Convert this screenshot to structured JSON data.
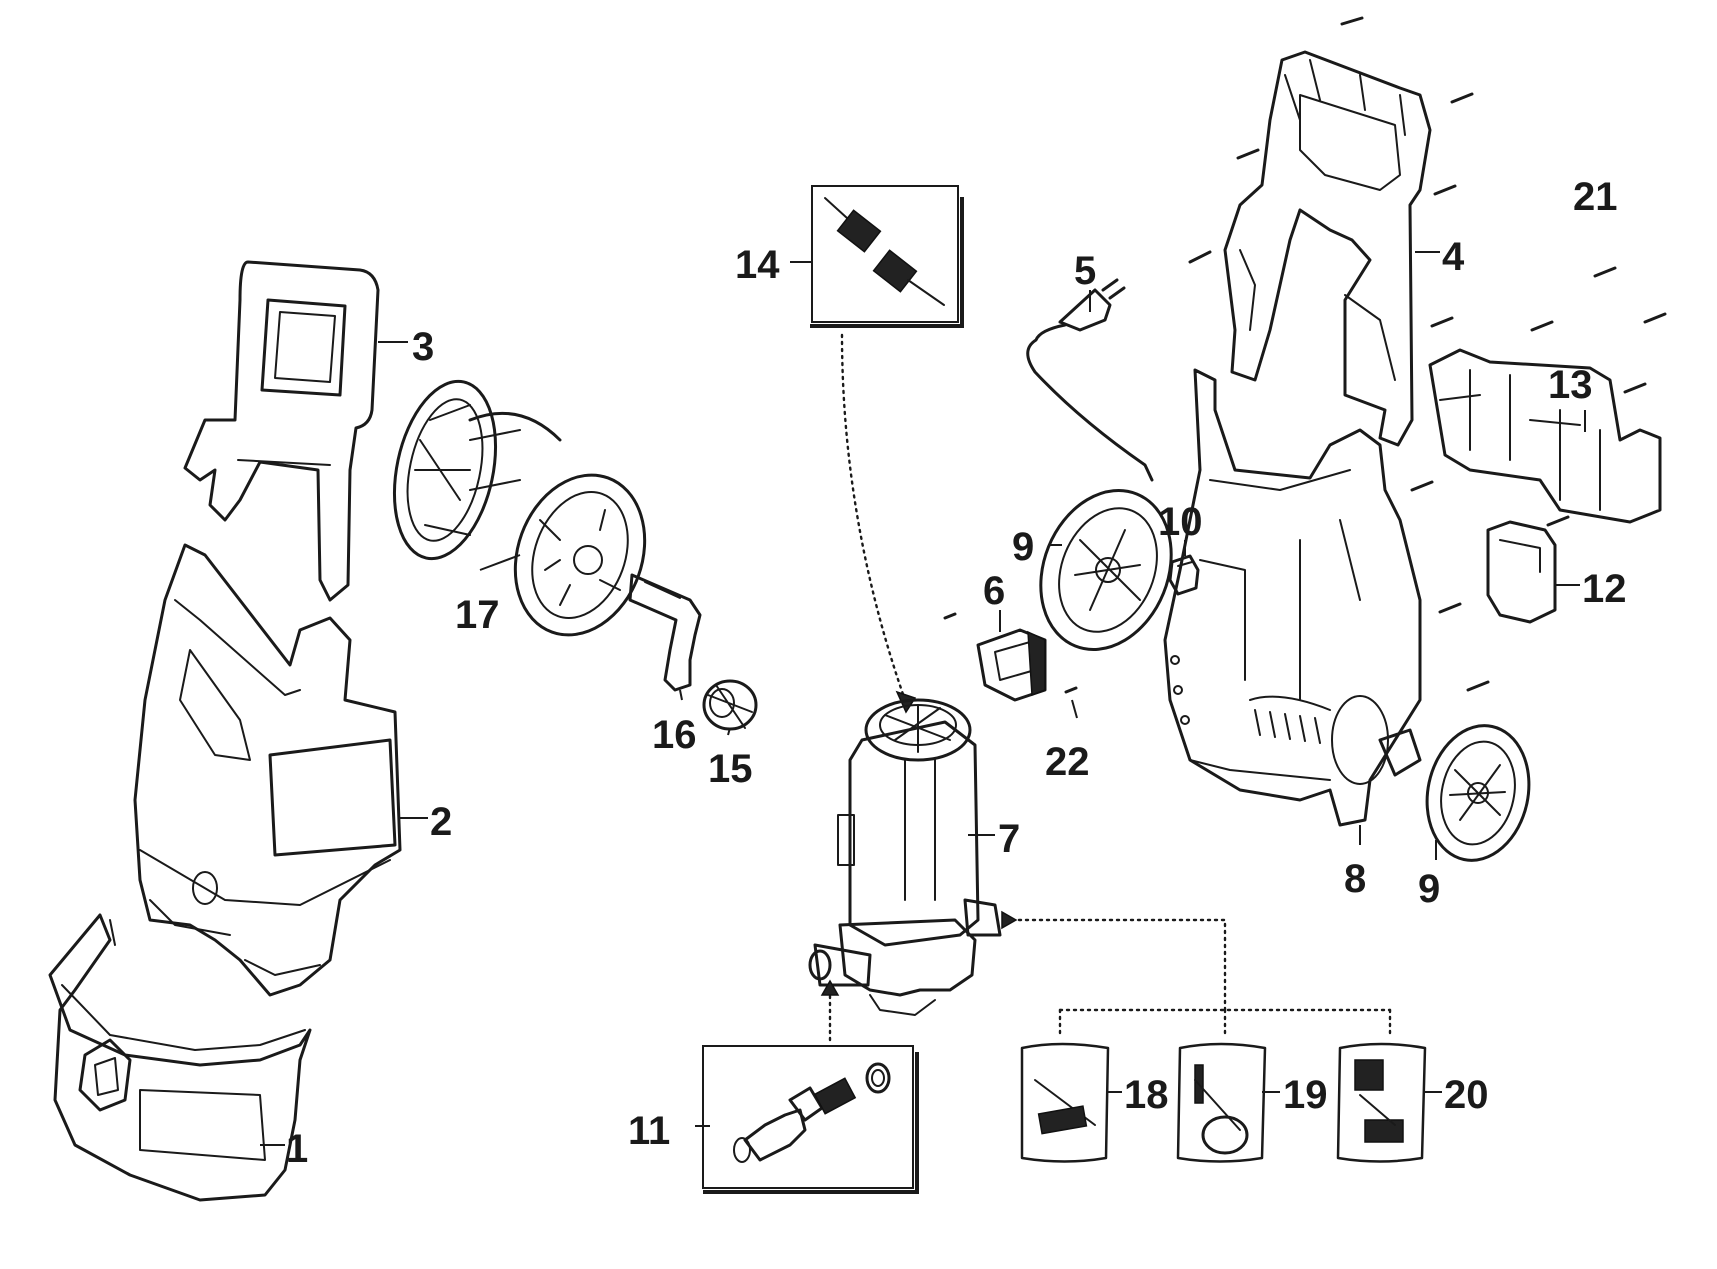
{
  "callouts": [
    {
      "id": "1",
      "label": "1"
    },
    {
      "id": "2",
      "label": "2"
    },
    {
      "id": "3",
      "label": "3"
    },
    {
      "id": "4",
      "label": "4"
    },
    {
      "id": "5",
      "label": "5"
    },
    {
      "id": "6",
      "label": "6"
    },
    {
      "id": "7",
      "label": "7"
    },
    {
      "id": "8",
      "label": "8"
    },
    {
      "id": "9a",
      "label": "9"
    },
    {
      "id": "9b",
      "label": "9"
    },
    {
      "id": "10",
      "label": "10"
    },
    {
      "id": "11",
      "label": "11"
    },
    {
      "id": "12",
      "label": "12"
    },
    {
      "id": "13",
      "label": "13"
    },
    {
      "id": "14",
      "label": "14"
    },
    {
      "id": "15",
      "label": "15"
    },
    {
      "id": "16",
      "label": "16"
    },
    {
      "id": "17",
      "label": "17"
    },
    {
      "id": "18",
      "label": "18"
    },
    {
      "id": "19",
      "label": "19"
    },
    {
      "id": "20",
      "label": "20"
    },
    {
      "id": "21",
      "label": "21"
    },
    {
      "id": "22",
      "label": "22"
    }
  ]
}
